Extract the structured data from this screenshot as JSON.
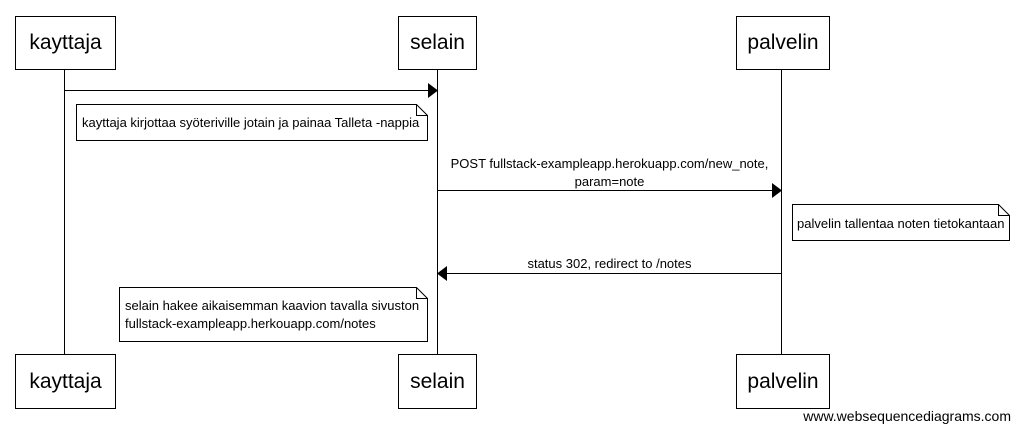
{
  "actors": {
    "a1": "kayttaja",
    "a2": "selain",
    "a3": "palvelin"
  },
  "messages": {
    "m1_line1": "POST fullstack-exampleapp.herokuapp.com/new_note,",
    "m1_line2": "param=note",
    "m2": "status 302, redirect to /notes"
  },
  "notes": {
    "n1": "kayttaja kirjottaa syöteriville jotain ja painaa Talleta -nappia",
    "n2": "palvelin tallentaa noten tietokantaan",
    "n3_line1": "selain hakee aikaisemman kaavion tavalla sivuston",
    "n3_line2": "fullstack-exampleapp.herkouapp.com/notes"
  },
  "watermark": "www.websequencediagrams.com"
}
